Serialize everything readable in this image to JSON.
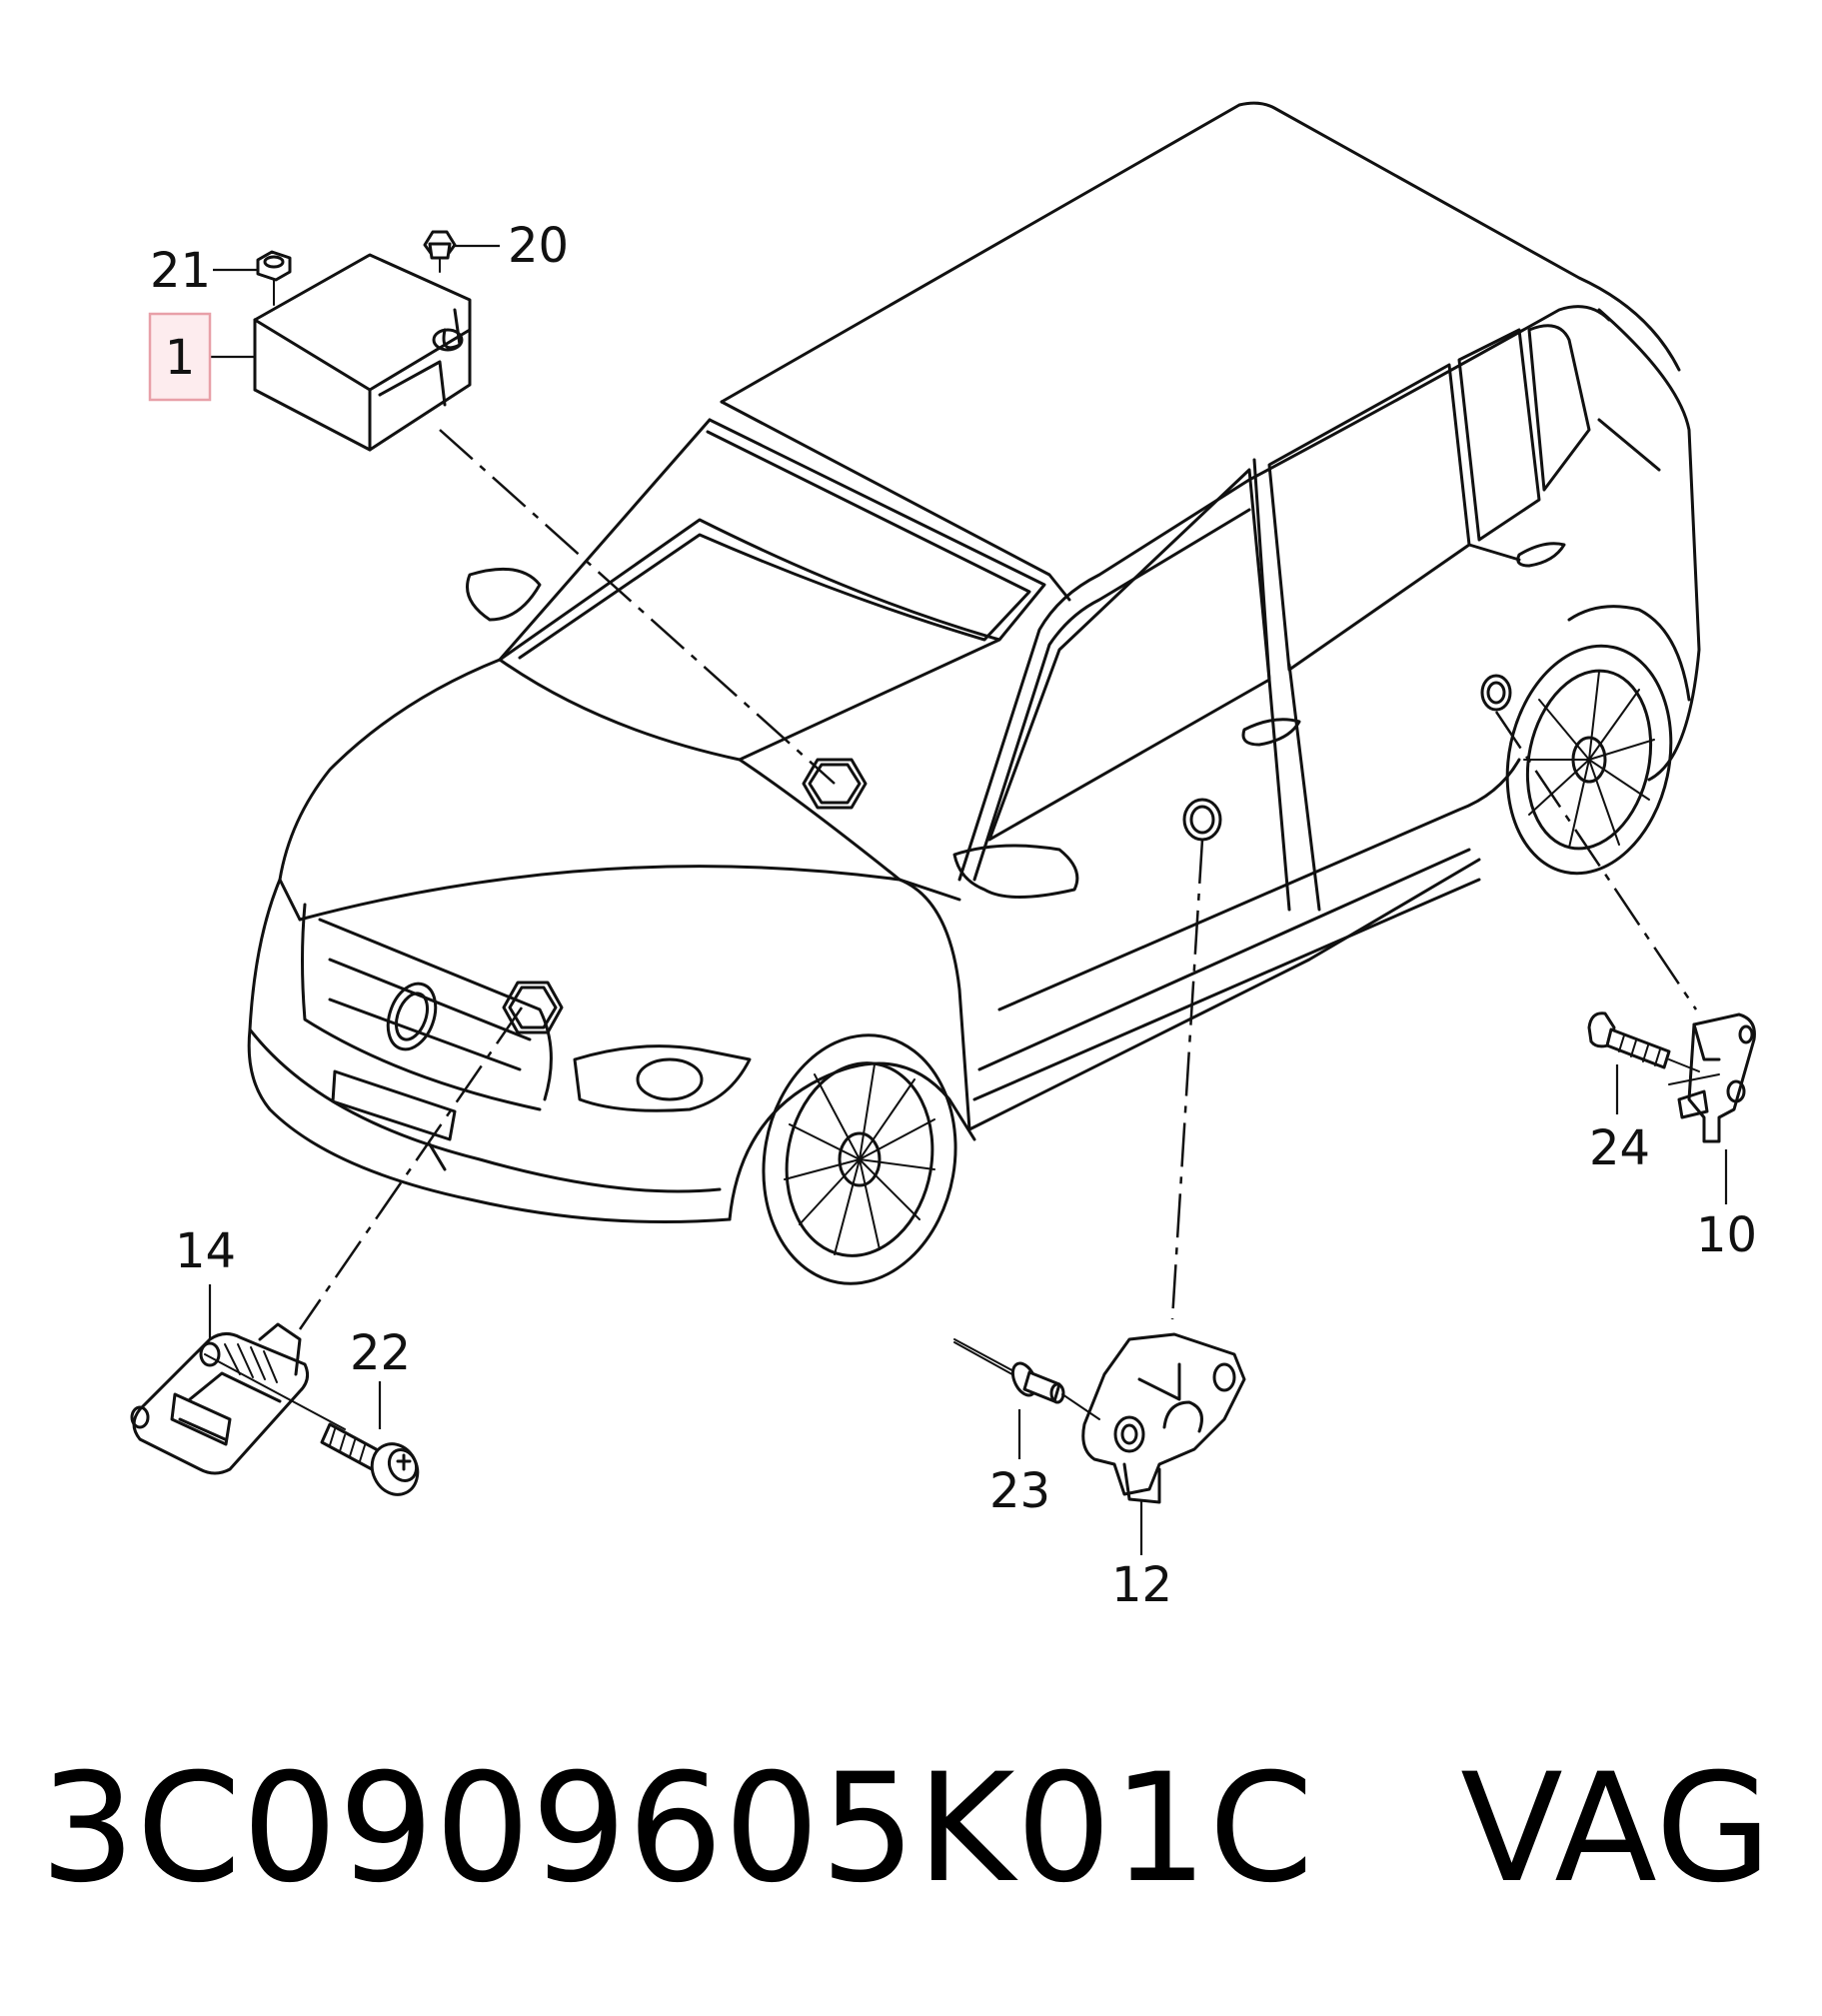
{
  "callouts": {
    "c1": "1",
    "c10": "10",
    "c12": "12",
    "c14": "14",
    "c20": "20",
    "c21": "21",
    "c22": "22",
    "c23": "23",
    "c24": "24"
  },
  "highlight_color": "#e8a0a8",
  "footer": {
    "part_number": "3C0909605K01C",
    "brand": "VAG"
  }
}
